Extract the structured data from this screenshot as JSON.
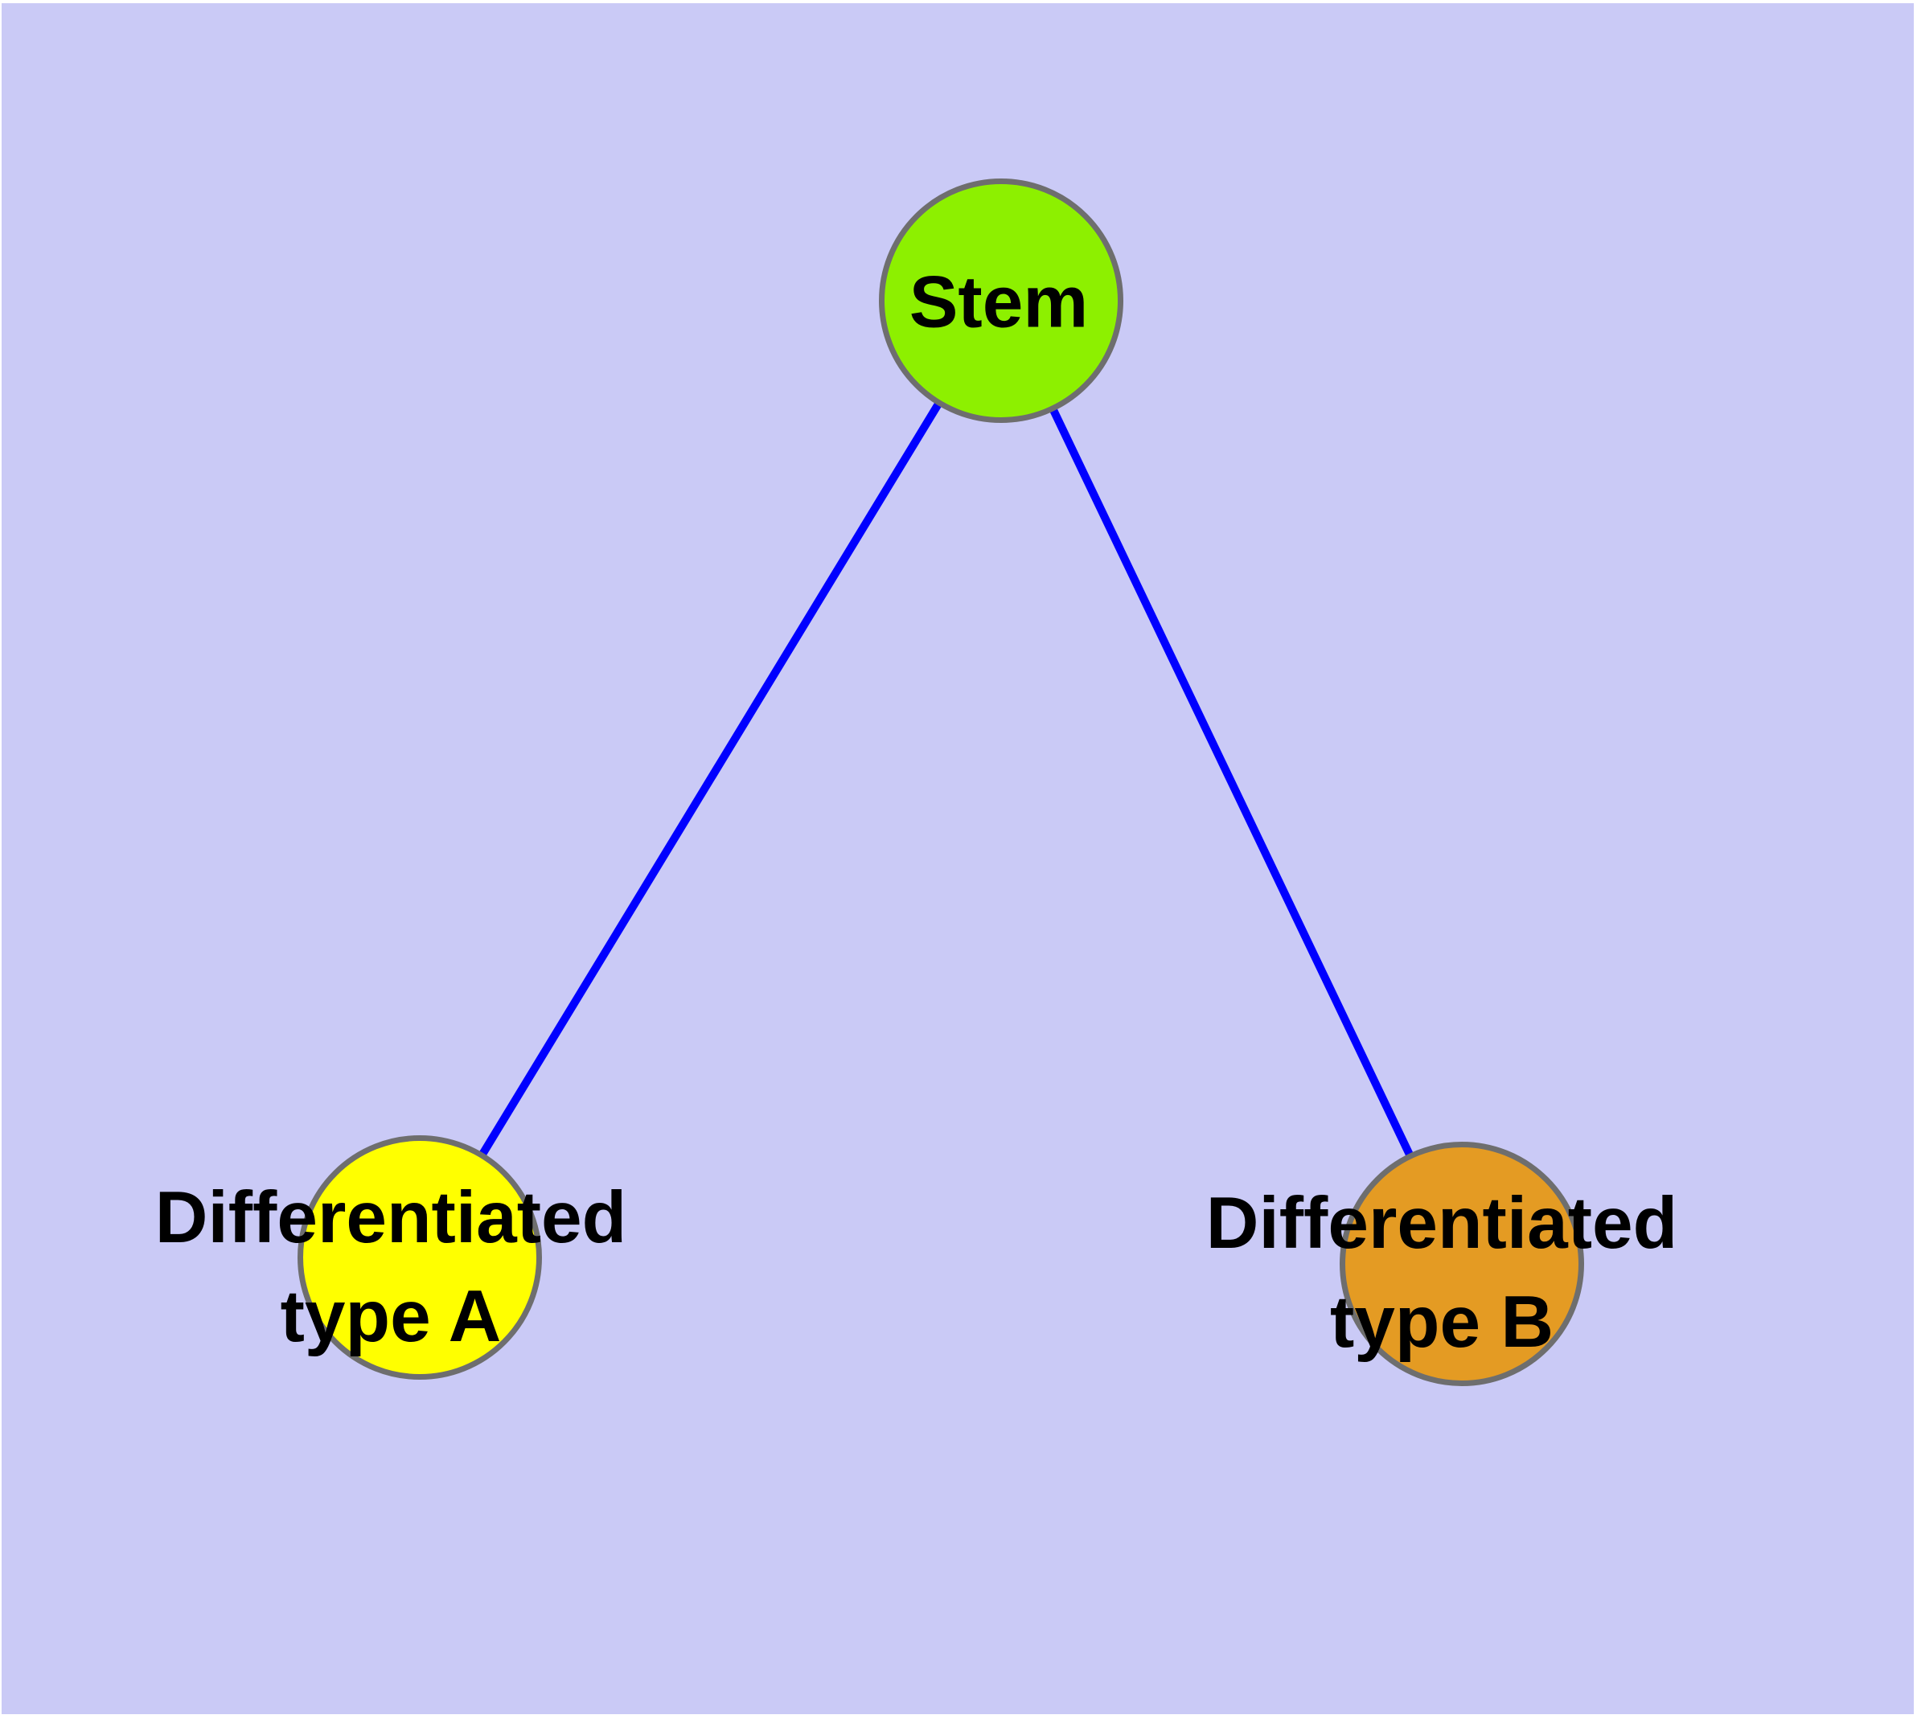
{
  "diagram": {
    "panel_background_color": "#CACAF6",
    "page_margin_color": "#FFFFFF",
    "edge_color": "#0000FF",
    "node_border_color": "#6E6E6E",
    "label_text_color": "#000000",
    "nodes": [
      {
        "id": "stem",
        "label_lines": [
          "Stem"
        ],
        "fill": "#8DF000",
        "position": "top-center"
      },
      {
        "id": "diff-a",
        "label_lines": [
          "Differentiated",
          "type A"
        ],
        "fill": "#FFFF00",
        "position": "bottom-left"
      },
      {
        "id": "diff-b",
        "label_lines": [
          "Differentiated",
          "type B"
        ],
        "fill": "#E49B23",
        "position": "bottom-right"
      }
    ],
    "edges": [
      {
        "from": "Stem",
        "to": "Differentiated type A"
      },
      {
        "from": "Stem",
        "to": "Differentiated type B"
      }
    ]
  }
}
